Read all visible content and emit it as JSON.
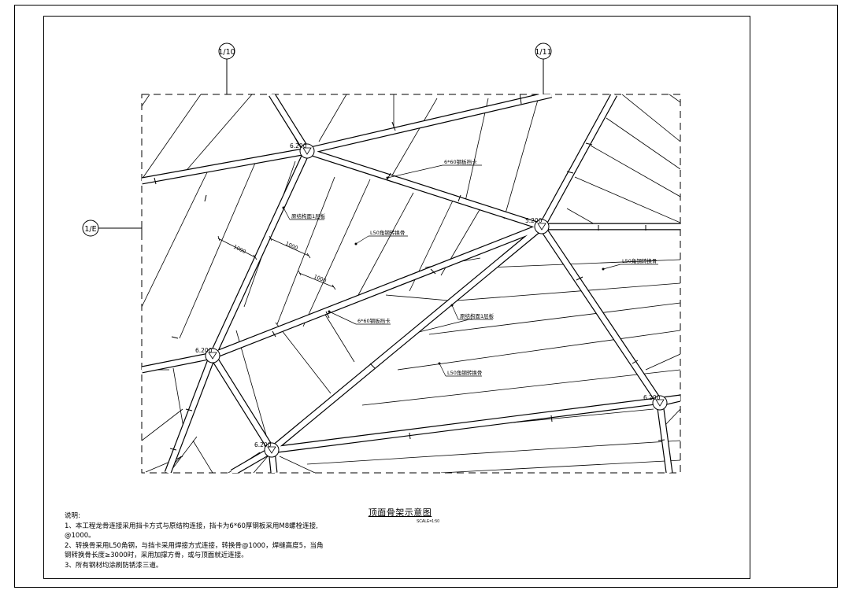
{
  "axes": {
    "axis_1_10": "1/10",
    "axis_1_11": "1/11",
    "axis_1_e": "1/E"
  },
  "nodes": {
    "n1": "6.200",
    "n2": "5.200",
    "n3": "6.200",
    "n4": "6.200",
    "n5": "6.200"
  },
  "dims": {
    "d1": "1000",
    "d2": "1000",
    "d3": "1000"
  },
  "callouts": {
    "c1": "6*60钢板挡卡",
    "c2": "原结构面1层板",
    "c3": "L50角钢转换骨",
    "c4": "L50角钢转换骨",
    "c5": "6*60钢板挡卡",
    "c6": "原结构面1层板",
    "c7": "L50角钢转换骨"
  },
  "title": {
    "main": "顶面骨架示意图",
    "scale": "SCALE=1:50"
  },
  "notes": {
    "heading": "说明:",
    "line1": "1、本工程龙骨连接采用挡卡方式与原结构连接，挡卡为6*60厚钢板采用M8螺栓连接,",
    "line2": "@1000。",
    "line3": "2、转换骨采用L50角钢，与挡卡采用焊接方式连接，转换骨@1000，焊缝高度5，当角",
    "line4": "钢转换骨长度≥3000时，采用加撑方骨，或与顶面就近连接。",
    "line5": "3、所有钢材均涂刷防锈漆三道。"
  }
}
